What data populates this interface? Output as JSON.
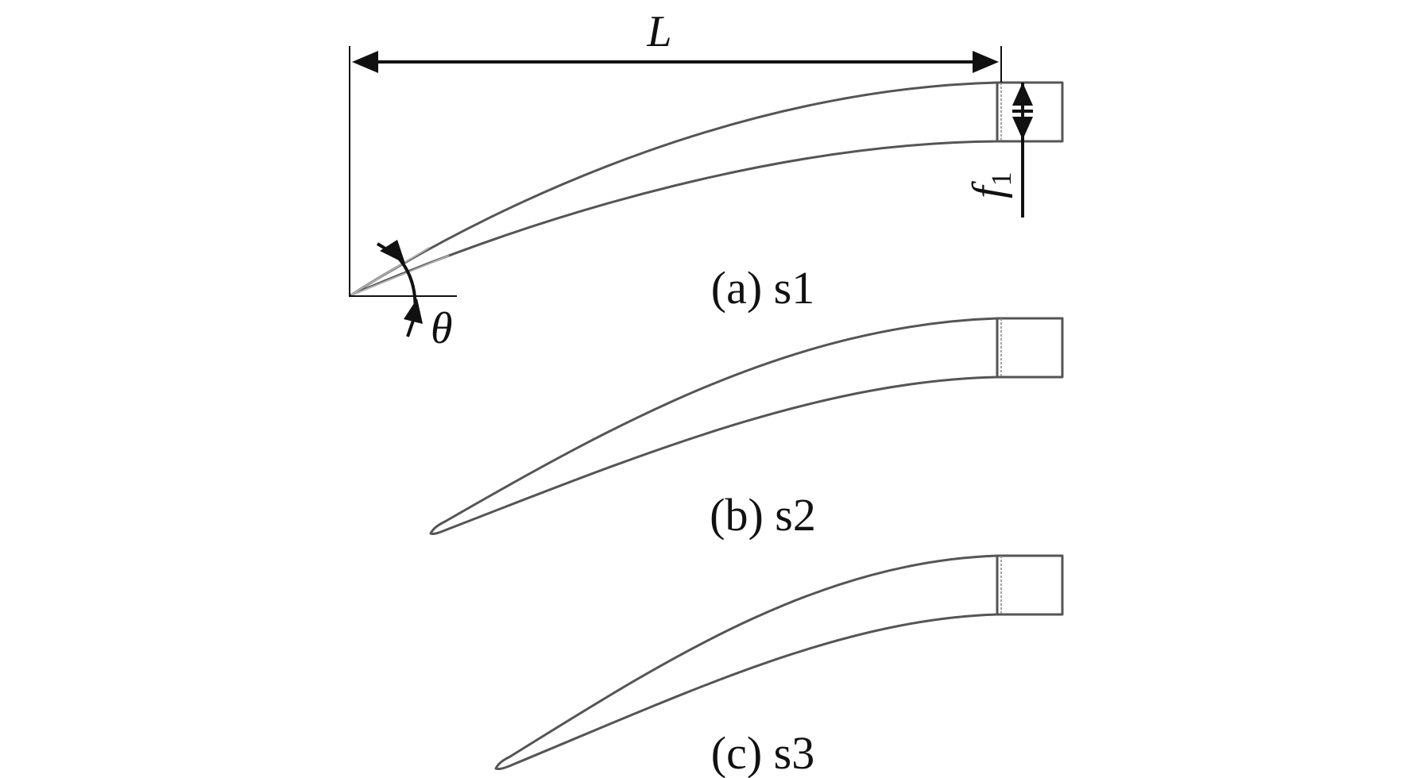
{
  "figure": {
    "labels": {
      "length": "L",
      "offset_symbol": "f",
      "offset_subscript": "1",
      "angle": "θ"
    },
    "panels": [
      {
        "caption": "(a) s1"
      },
      {
        "caption": "(b) s2"
      },
      {
        "caption": "(c) s3"
      }
    ],
    "colors": {
      "outline": "#555555",
      "annotation": "#111111",
      "background": "#ffffff"
    }
  }
}
